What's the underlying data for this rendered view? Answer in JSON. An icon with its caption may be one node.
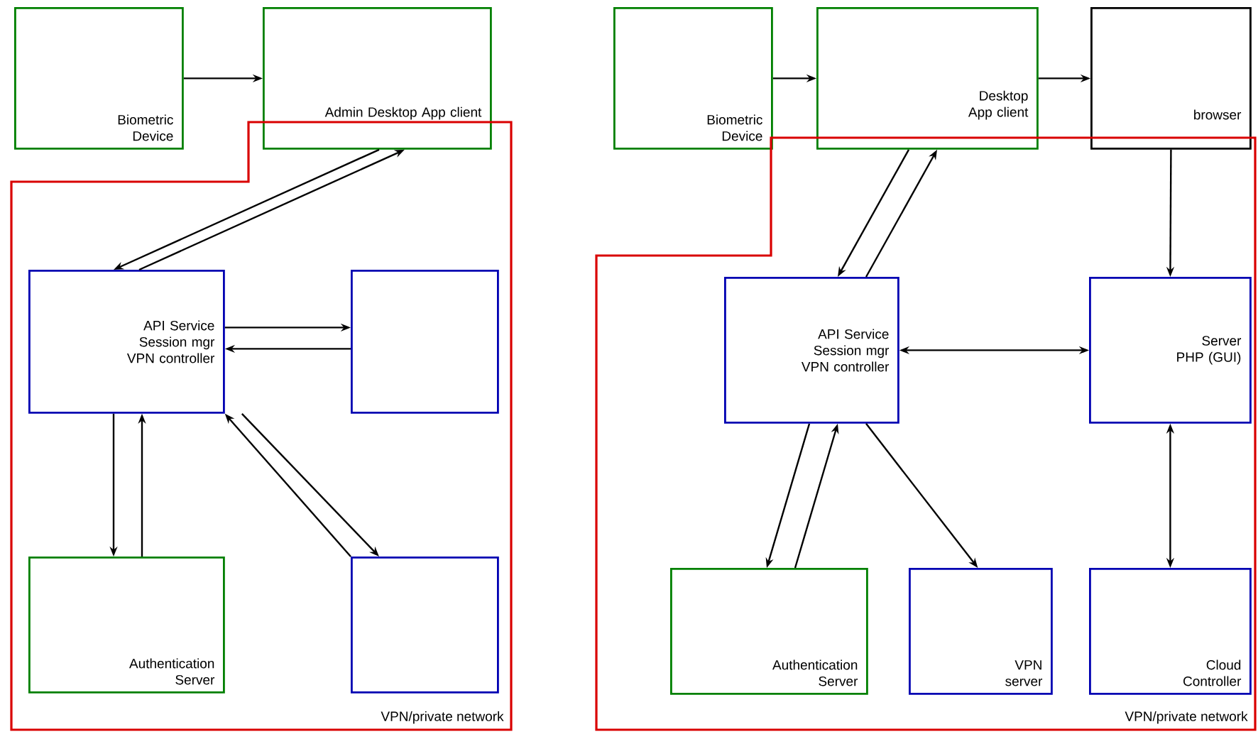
{
  "diagram": {
    "nodes": [
      {
        "text": [
          "Biometric Device"
        ]
      },
      {
        "text": [
          "Admin Desktop App client"
        ]
      },
      {
        "text": [
          "VPN/private network"
        ]
      },
      {
        "text": [
          "API Service Session mgr VPN controller"
        ],
        "in": 2
      },
      {
        "text": [],
        "shape": "box",
        "in": 2
      },
      {
        "text": [
          "Authentication Server"
        ],
        "in": 2
      },
      {
        "text": [],
        "shape": "box",
        "in": 2
      },
      {
        "text": [
          "Biometric Device"
        ]
      },
      {
        "text": [
          "Desktop App client"
        ]
      },
      {
        "text": [
          "browser"
        ]
      },
      {
        "text": [
          "VPN/private network"
        ]
      },
      {
        "text": [
          "API Service Session mgr VPN controller"
        ],
        "in": 10
      },
      {
        "text": [
          "Server PHP (GUI)"
        ],
        "in": 10
      },
      {
        "text": [
          "Authentication Server"
        ],
        "in": 10
      },
      {
        "text": [
          "VPN server"
        ],
        "in": 10
      },
      {
        "text": [
          "Cloud Controller"
        ],
        "in": 10
      }
    ],
    "edges": [
      {
        "from": 0,
        "to": 1,
        "arrow": "to"
      },
      {
        "from": 1,
        "to": 3,
        "arrow": "to"
      },
      {
        "from": 3,
        "to": 1,
        "arrow": "to"
      },
      {
        "from": 3,
        "to": 4,
        "arrow": "to"
      },
      {
        "from": 4,
        "to": 3,
        "arrow": "to"
      },
      {
        "from": 3,
        "to": 5,
        "arrow": "to"
      },
      {
        "from": 5,
        "to": 3,
        "arrow": "to"
      },
      {
        "from": 6,
        "to": 3,
        "arrow": "to"
      },
      {
        "from": 3,
        "to": 6,
        "arrow": "to"
      },
      {
        "from": 7,
        "to": 8,
        "arrow": "to"
      },
      {
        "from": 8,
        "to": 9,
        "arrow": "to"
      },
      {
        "from": 9,
        "to": 12,
        "arrow": "to"
      },
      {
        "from": 8,
        "to": 11,
        "arrow": "to"
      },
      {
        "from": 11,
        "to": 8,
        "arrow": "to"
      },
      {
        "from": 11,
        "to": 12,
        "arrow": "both"
      },
      {
        "from": 11,
        "to": 13,
        "arrow": "to"
      },
      {
        "from": 13,
        "to": 11,
        "arrow": "to"
      },
      {
        "from": 11,
        "to": 14,
        "arrow": "to"
      },
      {
        "from": 12,
        "to": 15,
        "arrow": "both"
      }
    ]
  }
}
